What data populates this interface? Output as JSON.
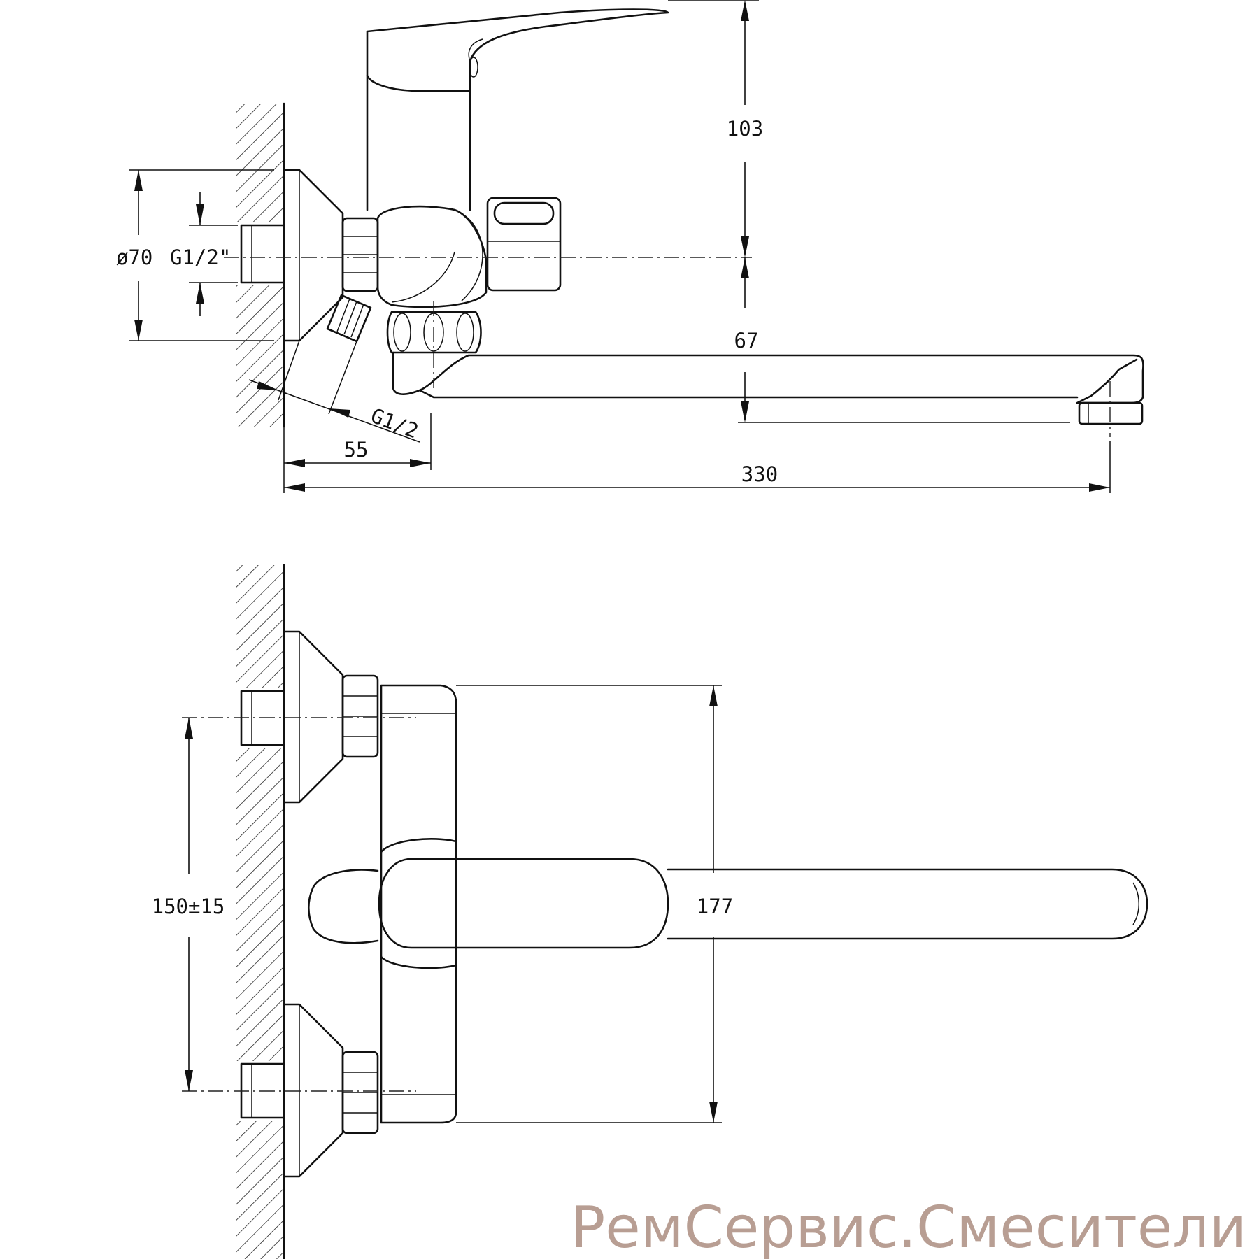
{
  "views": {
    "side": {
      "dim_height": "103",
      "dim_spout_drop": "67",
      "dim_flange_diameter": "ø70",
      "dim_inlet_thread": "G1/2\"",
      "dim_shower_thread": "G1/2",
      "dim_shower_offset": "55",
      "dim_total_length": "330"
    },
    "top": {
      "dim_center_distance": "150±15",
      "dim_depth": "177"
    }
  },
  "watermark": "РемСервис.Смесители"
}
